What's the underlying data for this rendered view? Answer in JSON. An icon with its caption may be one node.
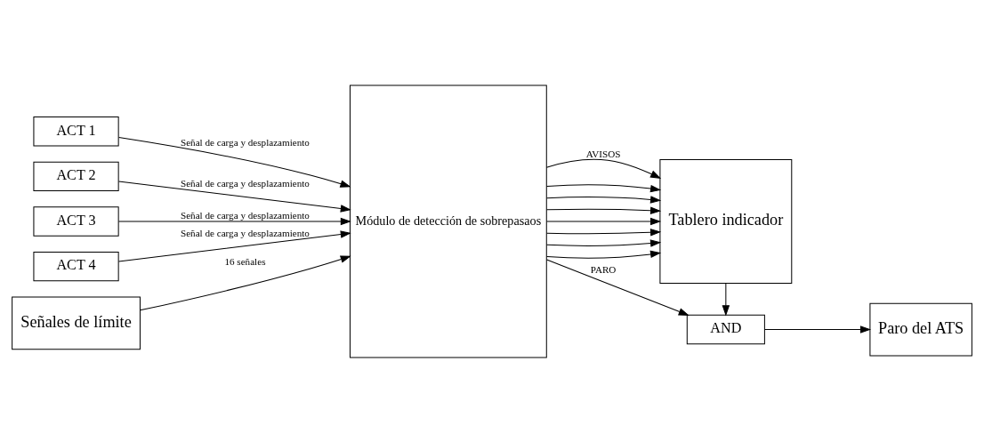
{
  "diagram": {
    "nodes": [
      {
        "text": [
          "ACT 1"
        ]
      },
      {
        "text": [
          "ACT 2"
        ]
      },
      {
        "text": [
          "ACT 3"
        ]
      },
      {
        "text": [
          "ACT 4"
        ]
      },
      {
        "text": [
          "Señales de límite"
        ]
      },
      {
        "text": [
          "Módulo de detección de sobrepasaos"
        ]
      },
      {
        "text": [
          "Tablero indicador"
        ]
      },
      {
        "text": [
          "AND"
        ]
      },
      {
        "text": [
          "Paro del ATS"
        ]
      }
    ],
    "edges": [
      {
        "from": 0,
        "to": 5,
        "arrow": "to",
        "label": "Señal de carga y desplazamiento"
      },
      {
        "from": 1,
        "to": 5,
        "arrow": "to",
        "label": "Señal de carga y desplazamiento"
      },
      {
        "from": 2,
        "to": 5,
        "arrow": "to",
        "label": "Señal de carga y desplazamiento"
      },
      {
        "from": 3,
        "to": 5,
        "arrow": "to",
        "label": "Señal de carga y desplazamiento"
      },
      {
        "from": 4,
        "to": 5,
        "arrow": "to",
        "label": "16 señales"
      },
      {
        "from": 5,
        "to": 6,
        "arrow": "to",
        "label": "AVISOS"
      },
      {
        "from": 5,
        "to": 6,
        "arrow": "to"
      },
      {
        "from": 5,
        "to": 6,
        "arrow": "to"
      },
      {
        "from": 5,
        "to": 6,
        "arrow": "to"
      },
      {
        "from": 5,
        "to": 6,
        "arrow": "to"
      },
      {
        "from": 5,
        "to": 6,
        "arrow": "to"
      },
      {
        "from": 5,
        "to": 6,
        "arrow": "to"
      },
      {
        "from": 5,
        "to": 6,
        "arrow": "to"
      },
      {
        "from": 5,
        "to": 7,
        "arrow": "to",
        "label": "PARO"
      },
      {
        "from": 6,
        "to": 7,
        "arrow": "to"
      },
      {
        "from": 7,
        "to": 8,
        "arrow": "to"
      }
    ]
  }
}
